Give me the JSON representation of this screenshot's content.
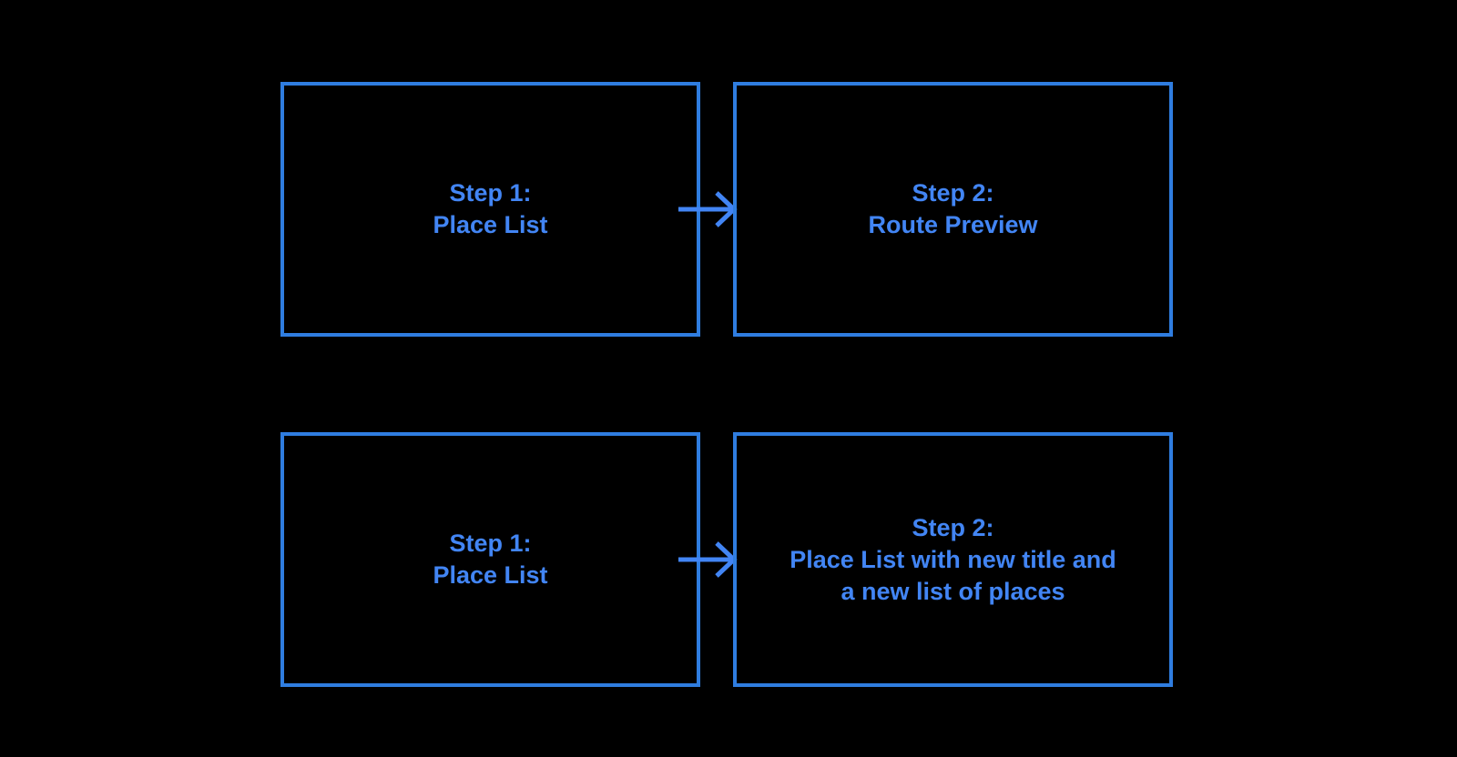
{
  "diagram": {
    "background_color": "#000000",
    "stroke_color": "#2f7de0",
    "text_color": "#4285f4",
    "rows": [
      {
        "name": "route-preview-flow",
        "nodes": [
          {
            "id": "row0-step1",
            "label": "Step 1:\nPlace List"
          },
          {
            "id": "row0-step2",
            "label": "Step 2:\nRoute Preview"
          }
        ],
        "connector": {
          "type": "arrow",
          "direction": "right",
          "label": ""
        }
      },
      {
        "name": "place-list-edit-flow",
        "nodes": [
          {
            "id": "row1-step1",
            "label": "Step 1:\nPlace List"
          },
          {
            "id": "row1-step2",
            "label": "Step 2:\nPlace List with new title and\na new list of places"
          }
        ],
        "connector": {
          "type": "arrow",
          "direction": "right",
          "label": ""
        }
      }
    ]
  }
}
